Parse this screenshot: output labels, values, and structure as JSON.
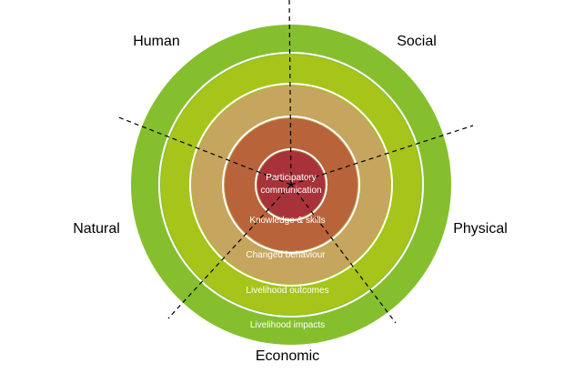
{
  "colors": {
    "ring_impacts": "#86bf2e",
    "ring_outcomes": "#a7c41a",
    "ring_behaviour": "#c6a55e",
    "ring_knowledge": "#b8633a",
    "core": "#a8323a",
    "separator": "#ffffff",
    "dashed_line": "#000000"
  },
  "diagram": {
    "outer_labels": {
      "human": "Human",
      "social": "Social",
      "natural": "Natural",
      "physical": "Physical",
      "economic": "Economic"
    },
    "rings": {
      "impacts": "Livelihood impacts",
      "outcomes": "Livelihood outcomes",
      "behaviour": "Changed behaviour",
      "knowledge": "Knowledge & skills"
    },
    "core": {
      "line1": "Participatory",
      "line2": "communication"
    }
  }
}
